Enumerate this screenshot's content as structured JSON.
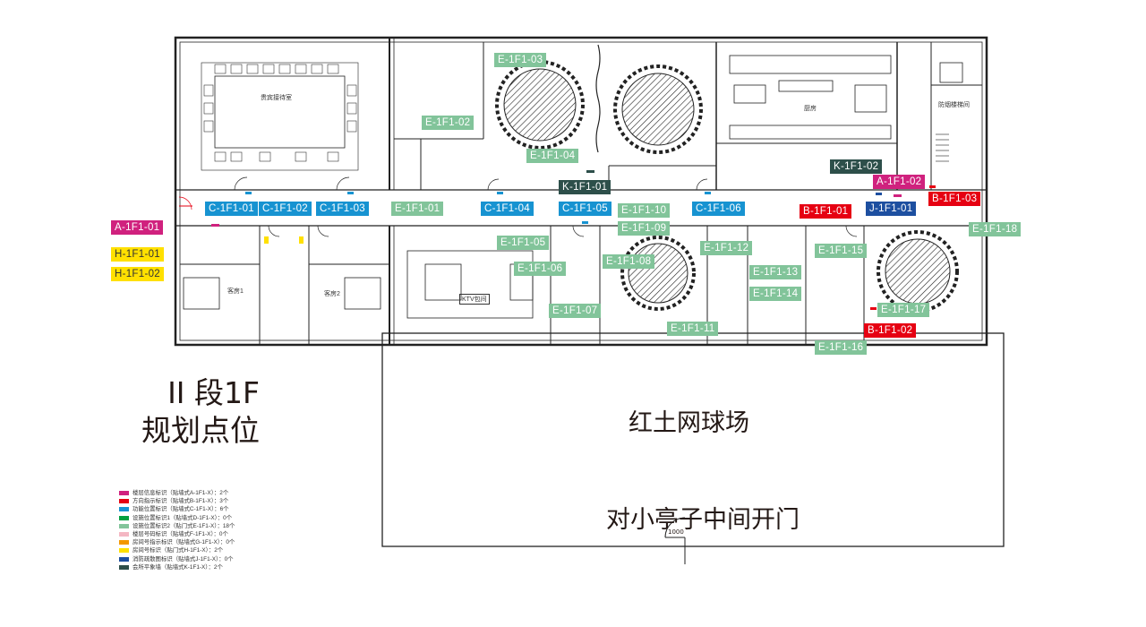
{
  "title": {
    "line1": "II 段1F",
    "line2": "规划点位"
  },
  "court_label": "红土网球场",
  "gate_label": "对小亭子中间开门",
  "door_width": "1000",
  "markers": [
    {
      "id": "A-1F1-01",
      "type": "A"
    },
    {
      "id": "H-1F1-01",
      "type": "H"
    },
    {
      "id": "H-1F1-02",
      "type": "H"
    },
    {
      "id": "E-1F1-03",
      "type": "E"
    },
    {
      "id": "E-1F1-02",
      "type": "E"
    },
    {
      "id": "E-1F1-04",
      "type": "E"
    },
    {
      "id": "K-1F1-01",
      "type": "K"
    },
    {
      "id": "K-1F1-02",
      "type": "K"
    },
    {
      "id": "A-1F1-02",
      "type": "A"
    },
    {
      "id": "B-1F1-03",
      "type": "B"
    },
    {
      "id": "C-1F1-01",
      "type": "C"
    },
    {
      "id": "C-1F1-02",
      "type": "C"
    },
    {
      "id": "C-1F1-03",
      "type": "C"
    },
    {
      "id": "E-1F1-01",
      "type": "E"
    },
    {
      "id": "C-1F1-04",
      "type": "C"
    },
    {
      "id": "C-1F1-05",
      "type": "C"
    },
    {
      "id": "E-1F1-10",
      "type": "E"
    },
    {
      "id": "C-1F1-06",
      "type": "C"
    },
    {
      "id": "B-1F1-01",
      "type": "B"
    },
    {
      "id": "J-1F1-01",
      "type": "J"
    },
    {
      "id": "E-1F1-09",
      "type": "E"
    },
    {
      "id": "E-1F1-18",
      "type": "E"
    },
    {
      "id": "E-1F1-05",
      "type": "E"
    },
    {
      "id": "E-1F1-12",
      "type": "E"
    },
    {
      "id": "E-1F1-15",
      "type": "E"
    },
    {
      "id": "E-1F1-08",
      "type": "E"
    },
    {
      "id": "E-1F1-06",
      "type": "E"
    },
    {
      "id": "E-1F1-13",
      "type": "E"
    },
    {
      "id": "E-1F1-14",
      "type": "E"
    },
    {
      "id": "E-1F1-07",
      "type": "E"
    },
    {
      "id": "E-1F1-17",
      "type": "E"
    },
    {
      "id": "E-1F1-11",
      "type": "E"
    },
    {
      "id": "B-1F1-02",
      "type": "B"
    },
    {
      "id": "E-1F1-16",
      "type": "E"
    }
  ],
  "legend": [
    {
      "color": "#d0217e",
      "text": "楼层信息标识（贴墙式A-1F1-X）：2个"
    },
    {
      "color": "#e60012",
      "text": "方向指示标识（贴墙式B-1F1-X）：3个"
    },
    {
      "color": "#1793d1",
      "text": "功能位置标识（贴墙式C-1F1-X）：6个"
    },
    {
      "color": "#00a040",
      "text": "设施位置标识1（贴墙式D-1F1-X）：0个"
    },
    {
      "color": "#82c49a",
      "text": "设施位置标识2（贴门式E-1F1-X）：18个"
    },
    {
      "color": "#f4b7c3",
      "text": "楼层号码标识（贴墙式F-1F1-X）：0个"
    },
    {
      "color": "#f39800",
      "text": "房间号指示标识（贴墙式G-1F1-X）：0个"
    },
    {
      "color": "#ffe000",
      "text": "房间号标识（贴门式H-1F1-X）：2个"
    },
    {
      "color": "#1d4fa0",
      "text": "消防疏散图标识（贴墙式J-1F1-X）：0个"
    },
    {
      "color": "#2d4f4a",
      "text": "会所平象墙（贴墙式K-1F1-X）：2个"
    }
  ],
  "room_labels": {
    "meeting": "贵宾接待室",
    "ktv": "KTV包间",
    "kitchen": "厨房",
    "guest1": "客房1",
    "guest2": "客房2",
    "stair_fire": "防烟楼梯间"
  }
}
